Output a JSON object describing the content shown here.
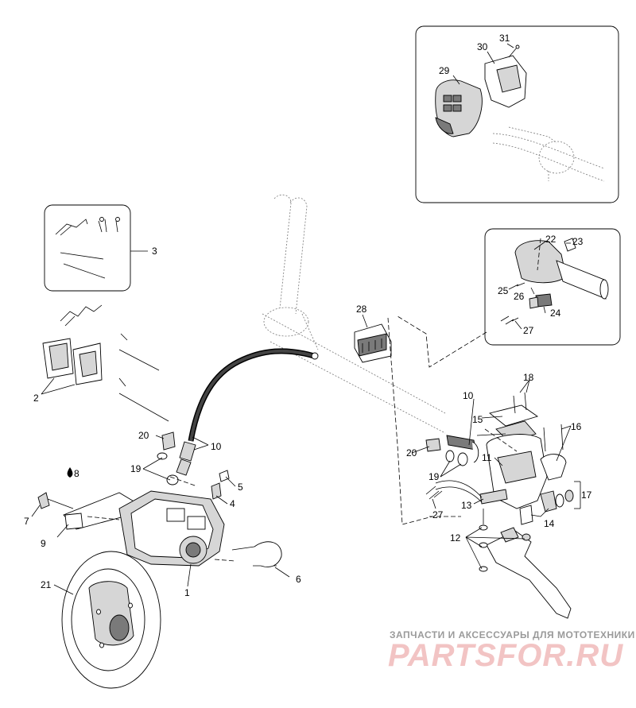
{
  "callouts": [
    {
      "id": "1",
      "label": "1"
    },
    {
      "id": "2",
      "label": "2"
    },
    {
      "id": "3",
      "label": "3"
    },
    {
      "id": "4",
      "label": "4"
    },
    {
      "id": "5",
      "label": "5"
    },
    {
      "id": "6",
      "label": "6"
    },
    {
      "id": "7",
      "label": "7"
    },
    {
      "id": "8",
      "label": "8"
    },
    {
      "id": "9",
      "label": "9"
    },
    {
      "id": "10a",
      "label": "10"
    },
    {
      "id": "10b",
      "label": "10"
    },
    {
      "id": "11",
      "label": "11"
    },
    {
      "id": "12",
      "label": "12"
    },
    {
      "id": "13",
      "label": "13"
    },
    {
      "id": "14",
      "label": "14"
    },
    {
      "id": "15",
      "label": "15"
    },
    {
      "id": "16",
      "label": "16"
    },
    {
      "id": "17",
      "label": "17"
    },
    {
      "id": "18",
      "label": "18"
    },
    {
      "id": "19a",
      "label": "19"
    },
    {
      "id": "19b",
      "label": "19"
    },
    {
      "id": "20a",
      "label": "20"
    },
    {
      "id": "20b",
      "label": "20"
    },
    {
      "id": "21",
      "label": "21"
    },
    {
      "id": "22",
      "label": "22"
    },
    {
      "id": "23",
      "label": "23"
    },
    {
      "id": "24",
      "label": "24"
    },
    {
      "id": "25",
      "label": "25"
    },
    {
      "id": "26",
      "label": "26"
    },
    {
      "id": "27a",
      "label": "27"
    },
    {
      "id": "27b",
      "label": "27"
    },
    {
      "id": "28",
      "label": "28"
    },
    {
      "id": "29",
      "label": "29"
    },
    {
      "id": "30",
      "label": "30"
    },
    {
      "id": "31",
      "label": "31"
    }
  ],
  "watermark": {
    "tagline": "ЗАПЧАСТИ И АКСЕССУАРЫ ДЛЯ МОТОТЕХНИКИ",
    "brand": "PARTSFOR.RU"
  },
  "colors": {
    "line": "#000000",
    "watermark_text": "#9a9a9a",
    "watermark_brand": "#f2c4c4"
  }
}
